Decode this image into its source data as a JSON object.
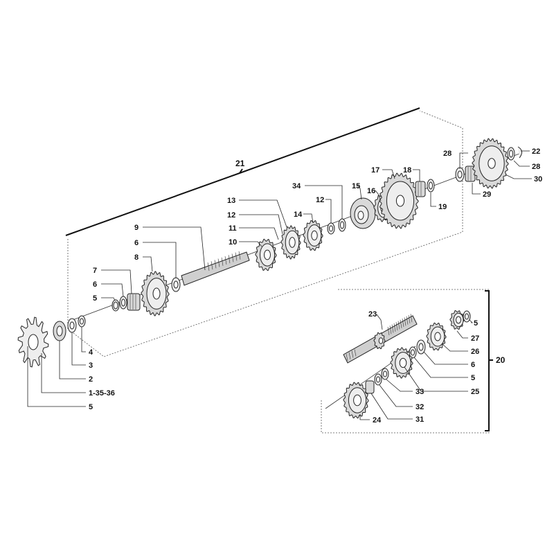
{
  "diagram": {
    "groups": {
      "main": "21",
      "inset": "20"
    },
    "labels": {
      "p22": "22",
      "p28a": "28",
      "p28b": "28",
      "p30": "30",
      "p29": "29",
      "p18": "18",
      "p17": "17",
      "p19": "19",
      "p34": "34",
      "p15": "15",
      "p16": "16",
      "p12a": "12",
      "p14": "14",
      "p13": "13",
      "p12b": "12",
      "p11": "11",
      "p10": "10",
      "p9": "9",
      "p6a": "6",
      "p8": "8",
      "p7": "7",
      "p6b": "6",
      "p5a": "5",
      "p4": "4",
      "p3": "3",
      "p2": "2",
      "p1": "1-35-36",
      "p5b": "5",
      "p23": "23",
      "p5c": "5",
      "p27": "27",
      "p26": "26",
      "p6c": "6",
      "p5d": "5",
      "p25": "25",
      "p33": "33",
      "p32": "32",
      "p31": "31",
      "p24": "24"
    }
  }
}
